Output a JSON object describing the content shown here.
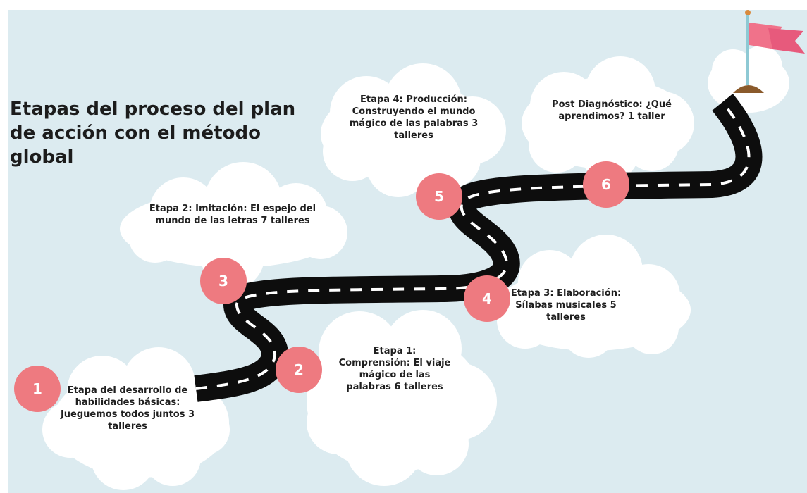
{
  "title": "Etapas del proceso del plan de acción con el método global",
  "colors": {
    "background": "#dcebf0",
    "cloud": "#ffffff",
    "road": "#0d0d0d",
    "road_dash": "#ffffff",
    "badge": "#ee7a80",
    "flag": "#f0728a",
    "flag_pole": "#8ec9d4",
    "mound": "#8a5a2b"
  },
  "icons": {
    "goal_flag": "flag-icon"
  },
  "stages": [
    {
      "number": "1",
      "text": "Etapa del desarrollo de habilidades básicas: Jueguemos todos juntos 3 talleres"
    },
    {
      "number": "2",
      "text": "Etapa 1: Comprensión: El viaje mágico de las palabras 6 talleres"
    },
    {
      "number": "3",
      "text": "Etapa 2: Imitación: El espejo del mundo de las letras 7 talleres"
    },
    {
      "number": "4",
      "text": "Etapa 3: Elaboración: Sílabas musicales 5 talleres"
    },
    {
      "number": "5",
      "text": "Etapa 4: Producción: Construyendo el mundo mágico de las palabras 3 talleres"
    },
    {
      "number": "6",
      "text": "Post Diagnóstico: ¿Qué aprendimos? 1 taller"
    }
  ]
}
